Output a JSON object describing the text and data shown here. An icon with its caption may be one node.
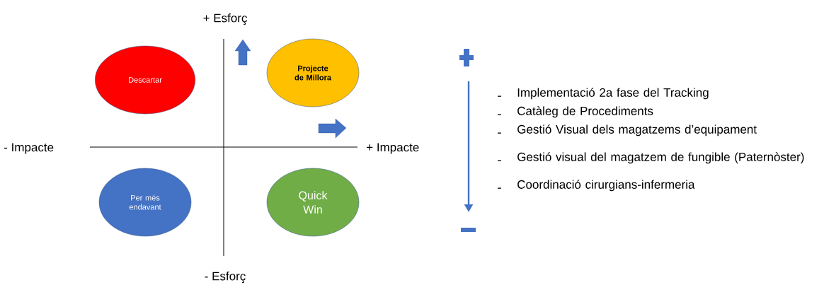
{
  "diagram": {
    "nodes": [
      {
        "text": [
          "Descartar"
        ]
      },
      {
        "text": [
          "Projecte de Millora"
        ]
      },
      {
        "text": [
          "Per més endavant"
        ]
      },
      {
        "text": [
          "Quick Win"
        ]
      }
    ],
    "labels": [
      "+ Esforç",
      "- Impacte",
      "+ Impacte",
      "- Esforç",
      "Implementació 2a fase del Tracking",
      "Catàleg de Procediments",
      "Gestió Visual dels magatzems d’equipament",
      "Gestió visual del magatzem de fungible (Paternòster)",
      "Coordinació cirurgians-infermeria"
    ]
  }
}
